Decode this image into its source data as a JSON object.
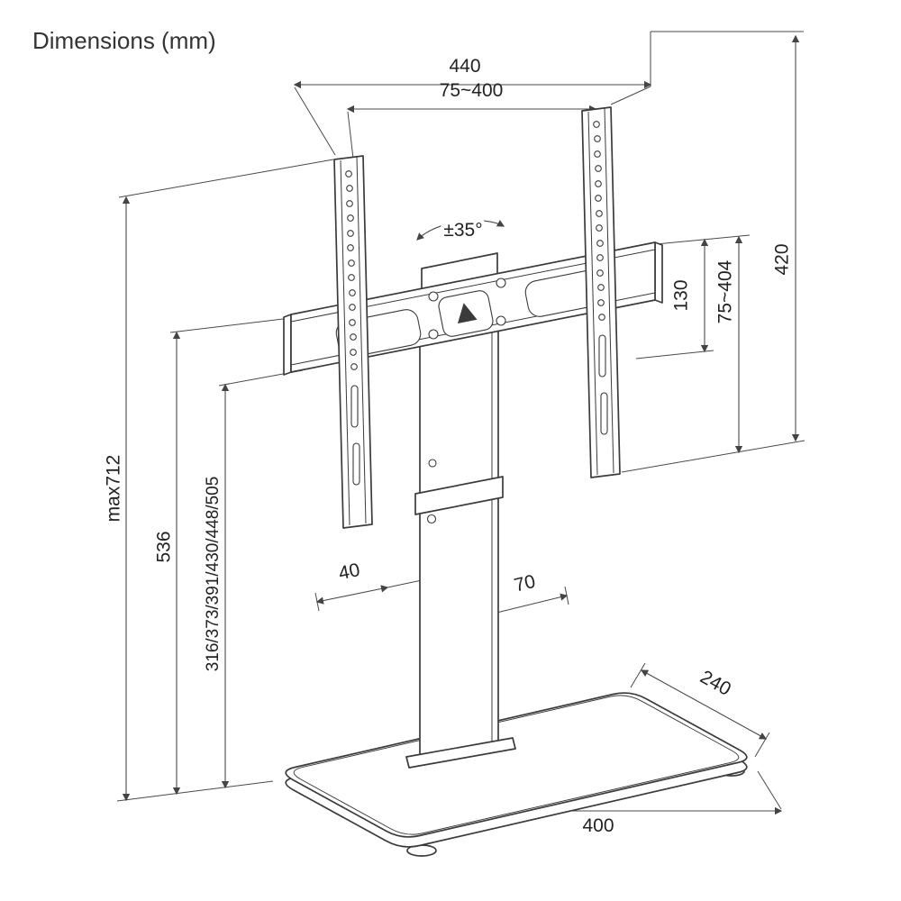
{
  "title": "Dimensions (mm)",
  "colors": {
    "drawing_line": "#3b3b3b",
    "dimension_line": "#4a4a4a",
    "text": "#222222",
    "background": "#ffffff"
  },
  "labels": {
    "width_overall": "440",
    "vesa_width": "75~400",
    "swivel": "±35°",
    "bar_height": "130",
    "vesa_height": "75~404",
    "bracket_height": "420",
    "height_max": "max712",
    "height_column": "536",
    "height_settings": "316/373/391/430/448/505",
    "column_depth": "40",
    "column_width": "70",
    "base_depth": "240",
    "base_width": "400"
  }
}
